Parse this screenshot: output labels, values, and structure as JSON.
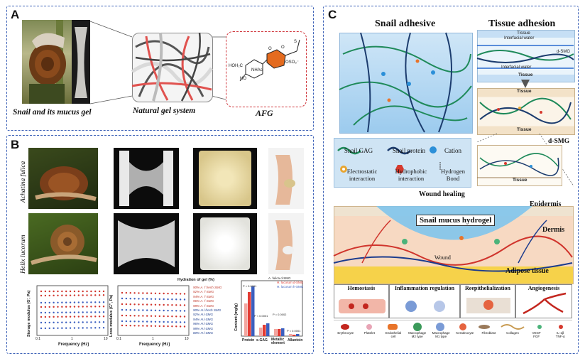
{
  "panels": {
    "a": "A",
    "b": "B",
    "c": "C"
  },
  "panel_a": {
    "caption_snail": "Snail and its mucus gel",
    "caption_gel": "Natural gel system",
    "caption_afg": "AFG",
    "chem_labels": [
      "HOH₂C",
      "HO",
      "NHAc",
      "O",
      "O",
      "OSO₃⁻",
      "S"
    ]
  },
  "panel_b": {
    "row1_species": "Achatina fulica",
    "row2_species": "Helix lucorum",
    "chart1": {
      "ylabel": "Storage modulus (G', Pa)",
      "xlabel": "Frequency (Hz)",
      "xticks": [
        "0.1",
        "1",
        "10"
      ]
    },
    "chart2": {
      "ylabel": "Loss modulus (G'', Pa)",
      "xlabel": "Frequency (Hz)",
      "xticks": [
        "0.1",
        "1",
        "10"
      ]
    },
    "legend_title": "Hydration of gel (%)",
    "legend_items": [
      "90% A. f fresh SMG",
      "92% A. f-SMG",
      "94% A. f-SMG",
      "96% A. f-SMG",
      "98% A. f-SMG",
      "90% H.l fresh SMG",
      "92% H.l-SMG",
      "94% H.l-SMG",
      "96% H.l-SMG",
      "98% H.l-SMG",
      "80% H.l-SMG"
    ],
    "chart3": {
      "ylabel": "Content (mg/g)",
      "legend": [
        "A. fulica d-SMG",
        "H. lucorum d-SMG",
        "H. lucorum h-SMG"
      ],
      "categories": [
        "Protein",
        "s-GAG",
        "Metallic element",
        "Allantoin"
      ],
      "pvals": [
        "P < 0.0001",
        "P < 0.0001",
        "P = 0.0002",
        "P < 0.0001"
      ]
    }
  },
  "panel_c": {
    "title_snail": "Snail adhesive",
    "title_tissue": "Tissue adhesion",
    "tissue_labels": [
      "Tissue",
      "Interfacial water",
      "Interfacial water",
      "Tissue",
      "d-SMG",
      "Tissue",
      "Tissue",
      "d-SMG",
      "Tissue"
    ],
    "legend": [
      {
        "label": "Snail GAG"
      },
      {
        "label": "Snail protein"
      },
      {
        "label": "Cation"
      },
      {
        "label": "Electrostatic\ninteraction"
      },
      {
        "label": "Hydrophobic\ninteraction"
      },
      {
        "label": "Hydrogen\nBond"
      }
    ],
    "wound_title": "Wound healing",
    "epidermis": "Epidermis",
    "dermis": "Dermis",
    "hydrogel": "Snail mucus hydrogel",
    "wound": "Wound",
    "adipose": "Adipose tissue",
    "stages": [
      "Hemostasis",
      "Inflammation regulation",
      "Reepithelialization",
      "Angiogenesis"
    ],
    "cells": [
      "Erythrocyte",
      "Platelet",
      "Endothelial\ncell",
      "Macrophage\nM2 type",
      "Macrophage\nM1 type",
      "Keratinocyte",
      "Fibroblast",
      "Collagen",
      "VEGF\nFGF",
      "IL-1β\nTNF-α"
    ]
  },
  "colors": {
    "border": "#3f63b8",
    "gel_red": "#e0524f",
    "wound_blue": "#7fc4ec",
    "adipose": "#f5d24a",
    "bar_red": "#e23b33",
    "bar_blue": "#3b5fbf"
  }
}
